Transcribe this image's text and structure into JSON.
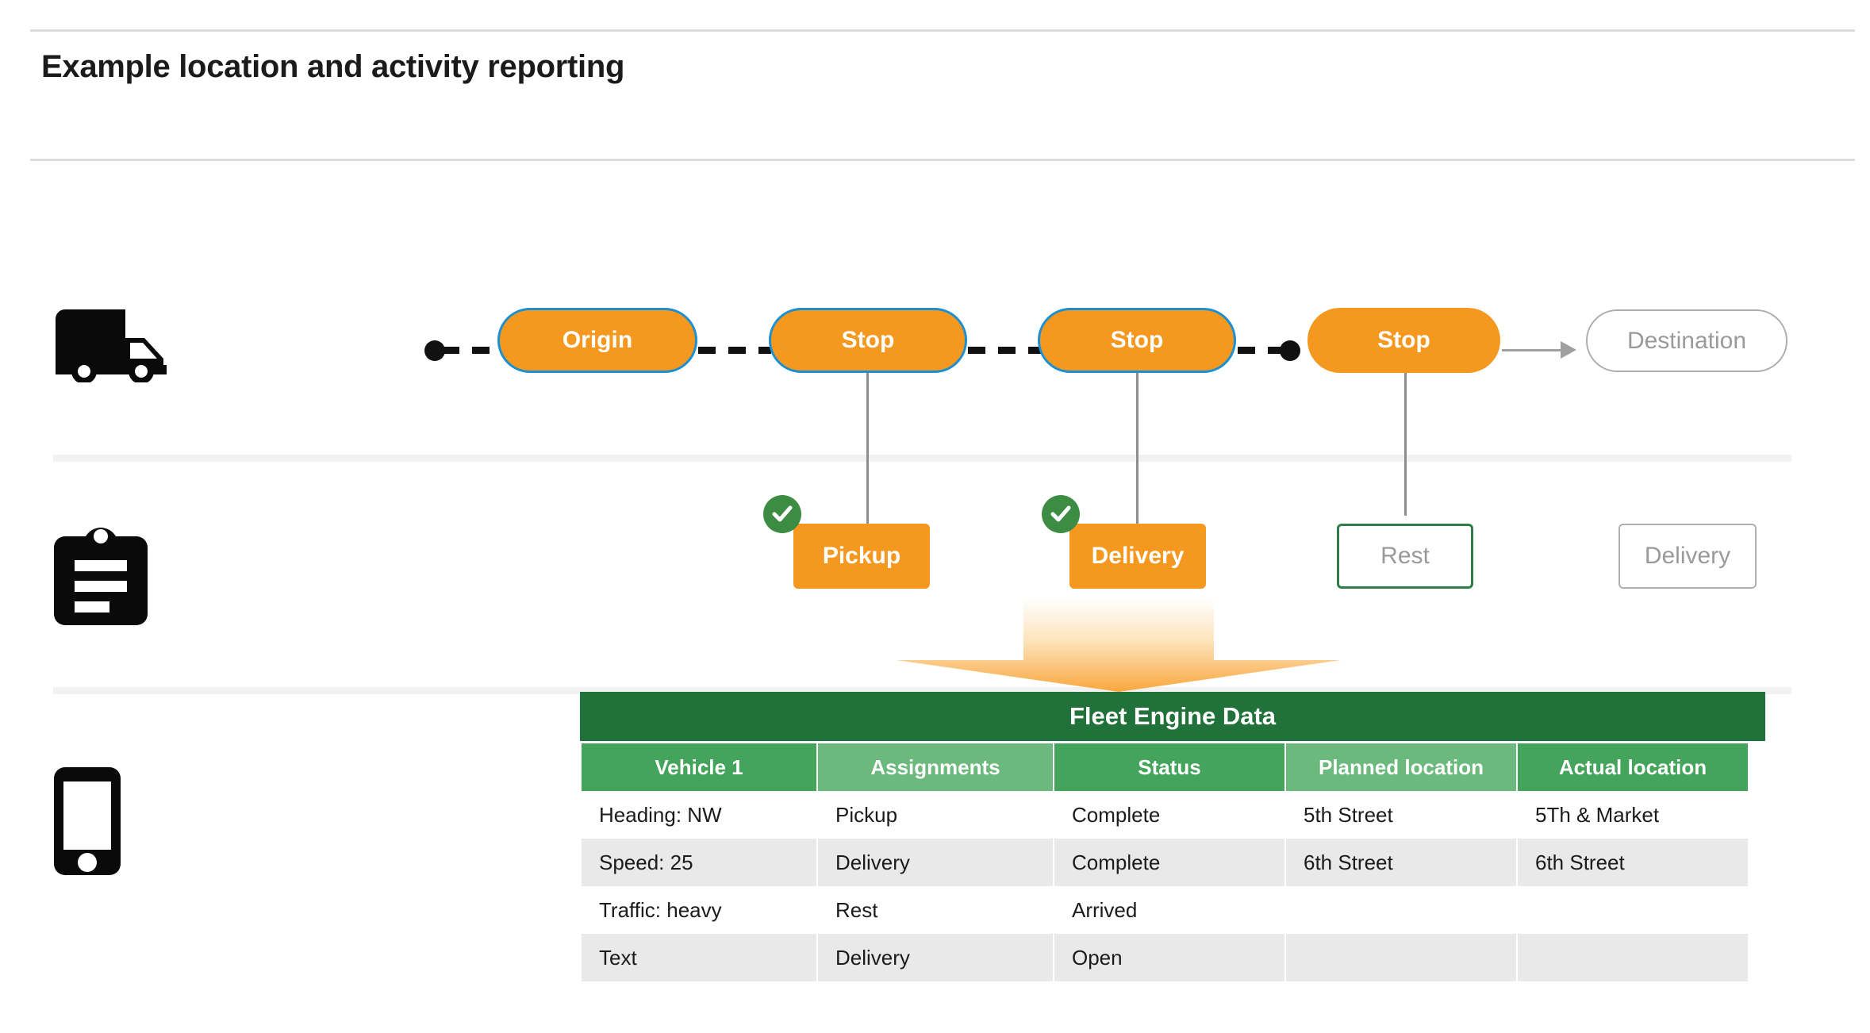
{
  "header": {
    "title": "Example location and activity reporting"
  },
  "rows": {
    "vehicle_icon": "truck-icon",
    "activity_icon": "clipboard-icon",
    "device_icon": "mobile-phone-icon"
  },
  "route": {
    "stops": [
      {
        "label": "Origin",
        "style": "filled-bordered"
      },
      {
        "label": "Stop",
        "style": "filled-bordered"
      },
      {
        "label": "Stop",
        "style": "filled-bordered"
      },
      {
        "label": "Stop",
        "style": "filled"
      },
      {
        "label": "Destination",
        "style": "ghost"
      }
    ],
    "colors": {
      "stop_fill": "#f59820",
      "stop_border": "#1a8fd1",
      "ghost_border": "#adadad",
      "ghost_text": "#9a9a9a",
      "path_dash": "#111111",
      "arrow": "#a0a0a0"
    }
  },
  "activities": {
    "cards": [
      {
        "label": "Pickup",
        "style": "filled",
        "completed": true
      },
      {
        "label": "Delivery",
        "style": "filled",
        "completed": true
      },
      {
        "label": "Rest",
        "style": "outline-green",
        "completed": false
      },
      {
        "label": "Delivery",
        "style": "outline-gray",
        "completed": false
      }
    ],
    "colors": {
      "card_fill": "#f59820",
      "complete_badge": "#3c8c44",
      "rest_border": "#2e7d46",
      "pending_border": "#b0b0b0"
    }
  },
  "table": {
    "title": "Fleet Engine Data",
    "columns": [
      "Vehicle 1",
      "Assignments",
      "Status",
      "Planned location",
      "Actual location"
    ],
    "rows": [
      [
        "Heading: NW",
        "Pickup",
        "Complete",
        "5th Street",
        "5Th & Market"
      ],
      [
        "Speed: 25",
        "Delivery",
        "Complete",
        "6th Street",
        "6th Street"
      ],
      [
        "Traffic: heavy",
        "Rest",
        "Arrived",
        "",
        ""
      ],
      [
        "Text",
        "Delivery",
        "Open",
        "",
        ""
      ]
    ],
    "colors": {
      "title_bg": "#21713a",
      "header_bg_a": "#45a45c",
      "header_bg_b": "#6cb97d",
      "row_alt_bg": "#e9e9e9"
    }
  }
}
